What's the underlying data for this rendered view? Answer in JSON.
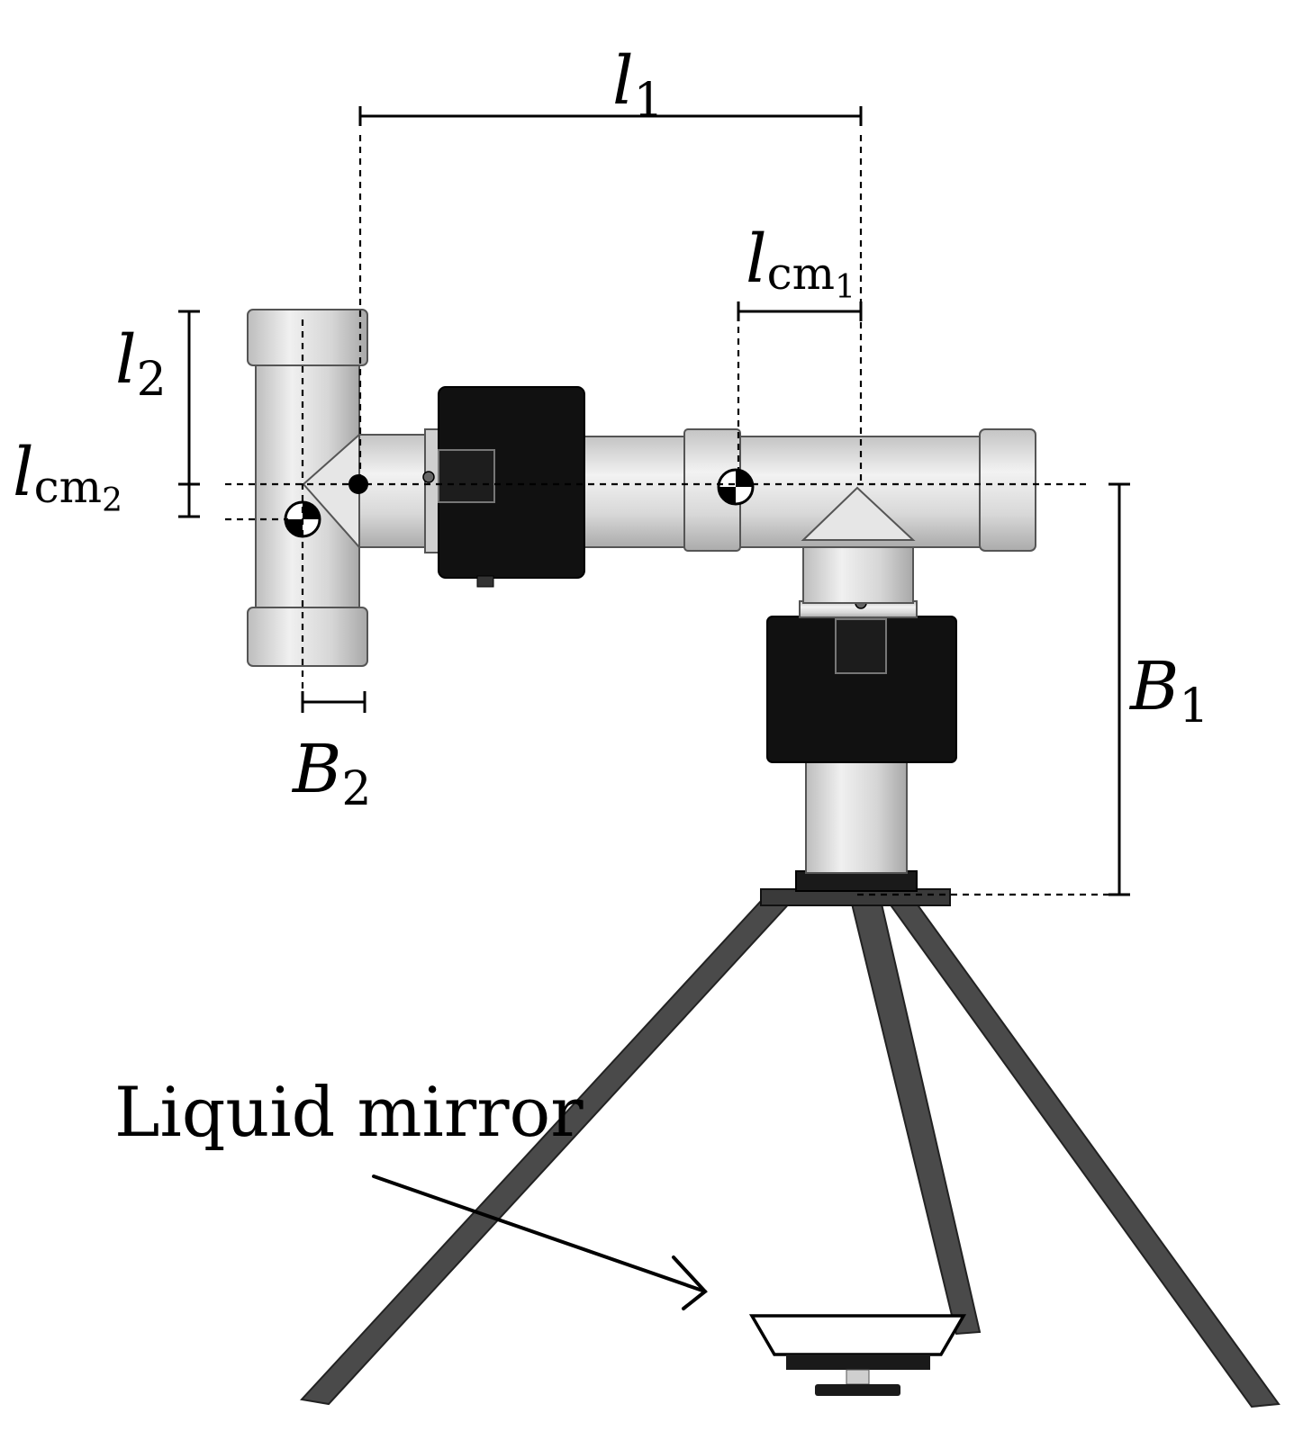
{
  "labels": {
    "l1": {
      "main": "l",
      "sub": "1"
    },
    "lcm1": {
      "main": "l",
      "sub": "cm",
      "subsub": "1"
    },
    "l2": {
      "main": "l",
      "sub": "2"
    },
    "lcm2": {
      "main": "l",
      "sub": "cm",
      "subsub": "2"
    },
    "B1": {
      "main": "B",
      "sub": "1"
    },
    "B2": {
      "main": "B",
      "sub": "2"
    },
    "mirror": "Liquid mirror"
  },
  "colors": {
    "pipe_fill": "#d9d9d9",
    "pipe_stroke": "#555555",
    "motor_fill": "#111111",
    "tripod": "#444444",
    "line": "#000000"
  }
}
